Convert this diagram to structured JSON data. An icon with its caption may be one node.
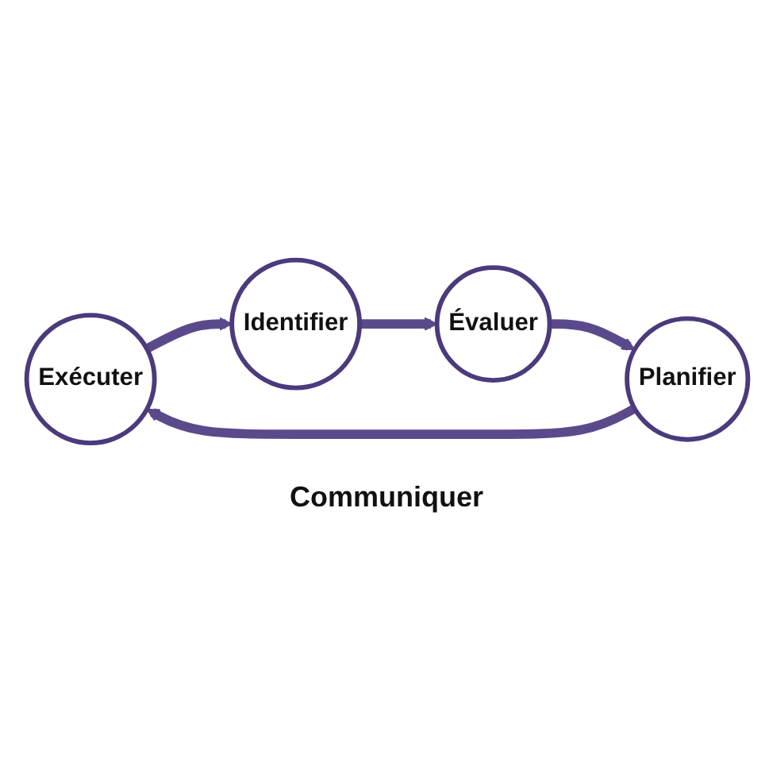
{
  "diagram": {
    "nodes": [
      {
        "text": [
          "Exécuter"
        ]
      },
      {
        "text": [
          "Identifier"
        ]
      },
      {
        "text": [
          "Évaluer"
        ]
      },
      {
        "text": [
          "Planifier"
        ]
      }
    ],
    "edges": [
      {
        "from": 0,
        "to": 1,
        "arrow": "to"
      },
      {
        "from": 1,
        "to": 2,
        "arrow": "to"
      },
      {
        "from": 2,
        "to": 3,
        "arrow": "to"
      },
      {
        "from": 3,
        "to": 0,
        "arrow": "to"
      }
    ],
    "labels": [
      "Communiquer"
    ]
  }
}
